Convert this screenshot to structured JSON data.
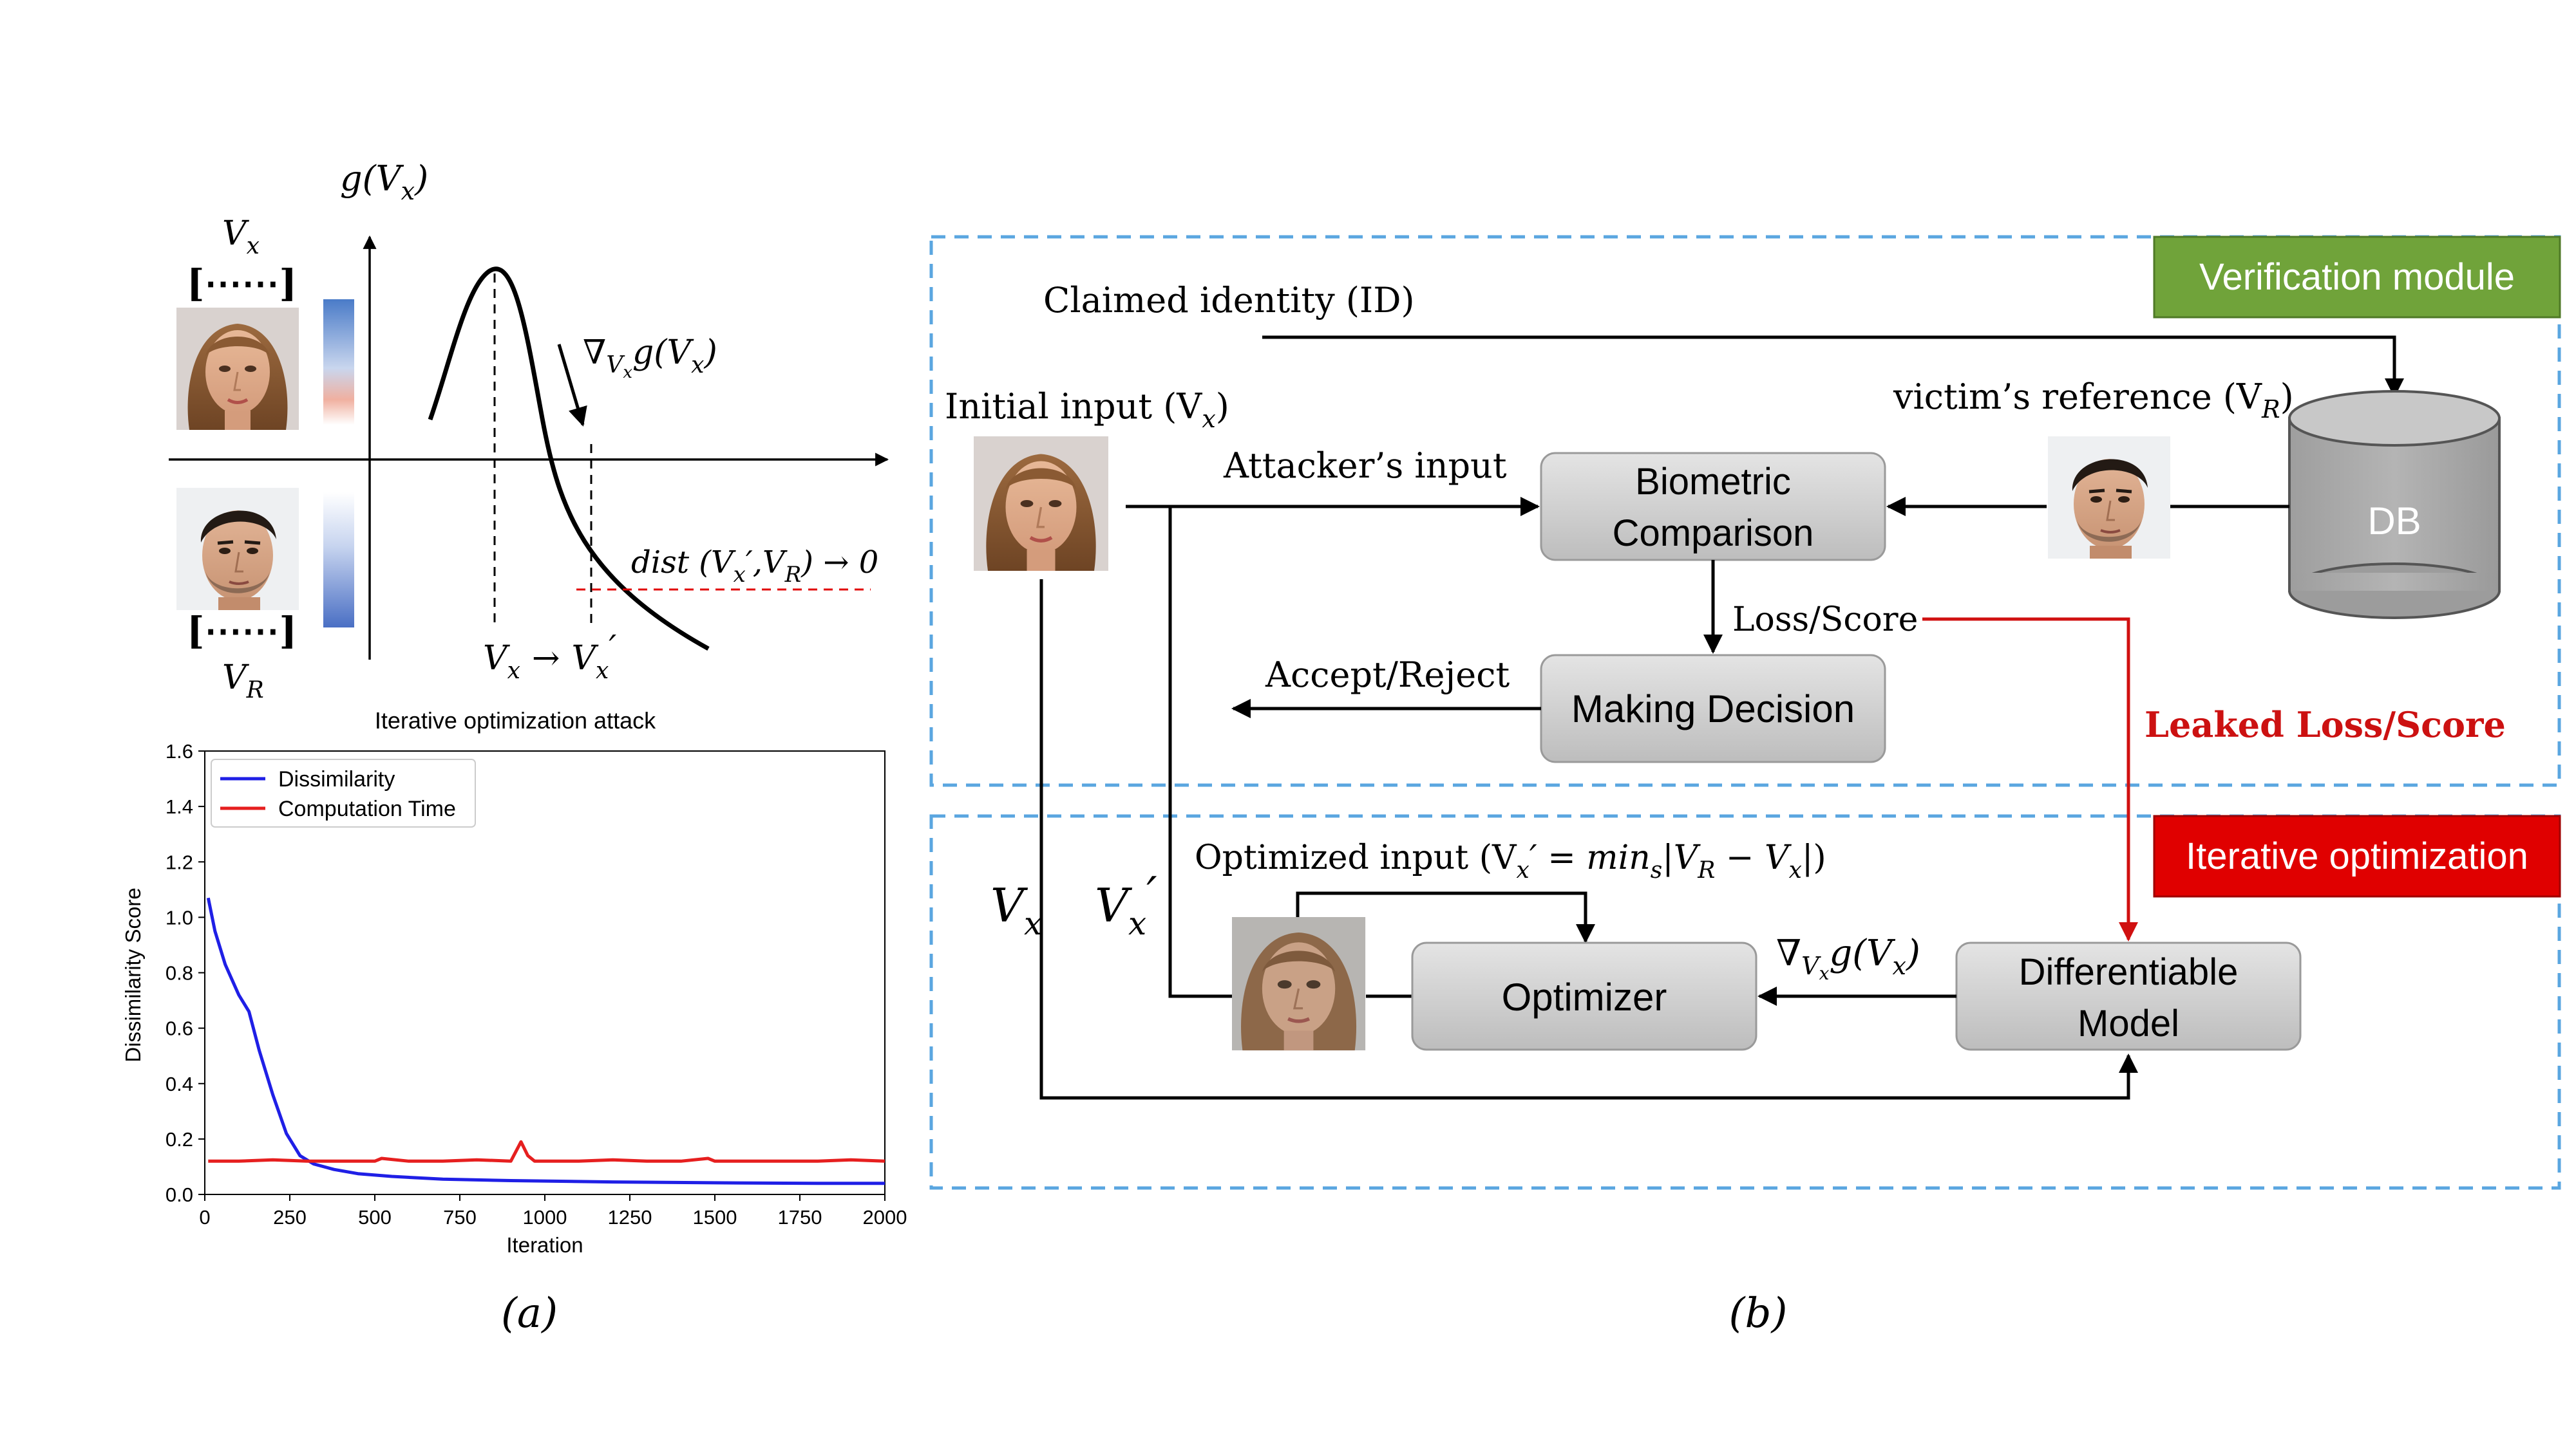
{
  "panel_a": {
    "curve": {
      "axis_label": "g(V",
      "axis_label_sub": "x",
      "axis_label_close": ")",
      "vx_label": "V",
      "vx_sub": "x",
      "vr_label": "V",
      "vr_sub": "R",
      "gradient_label": "∇",
      "gradient_sub": "V",
      "gradient_subsub": "x",
      "gradient_tail": "g(V",
      "gradient_tail_sub": "x",
      "gradient_tail_close": ")",
      "dist_label": "dist (V",
      "dist_sub1": "x",
      "dist_mid": "′,V",
      "dist_sub2": "R",
      "dist_tail": ") → 0",
      "xaxis_vx": "V",
      "xaxis_vx_sub": "x",
      "xaxis_arrow": "→",
      "xaxis_vxp": "V",
      "xaxis_vxp_sub": "x",
      "xaxis_prime": "′",
      "bracket_dots": "[⋯⋯]"
    },
    "chart_title": "Iterative optimization attack",
    "caption": "(a)"
  },
  "chart_data": {
    "type": "line",
    "title": "Iterative optimization attack",
    "xlabel": "Iteration",
    "ylabel": "Dissimilarity Score",
    "xlim": [
      0,
      2000
    ],
    "ylim": [
      0,
      1.6
    ],
    "xticks": [
      0,
      250,
      500,
      750,
      1000,
      1250,
      1500,
      1750,
      2000
    ],
    "yticks": [
      0.0,
      0.2,
      0.4,
      0.6,
      0.8,
      1.0,
      1.2,
      1.4,
      1.6
    ],
    "xtick_labels": [
      "0",
      "250",
      "500",
      "750",
      "1000",
      "1250",
      "1500",
      "1750",
      "2000"
    ],
    "ytick_labels": [
      "0.0",
      "0.2",
      "0.4",
      "0.6",
      "0.8",
      "1.0",
      "1.2",
      "1.4",
      "1.6"
    ],
    "legend_position": "top-left",
    "series": [
      {
        "name": "Dissimilarity",
        "color": "#1f1fe6",
        "x": [
          10,
          30,
          60,
          100,
          130,
          160,
          200,
          240,
          280,
          320,
          380,
          450,
          550,
          700,
          900,
          1200,
          1500,
          1800,
          2000
        ],
        "y": [
          1.07,
          0.95,
          0.83,
          0.72,
          0.66,
          0.52,
          0.36,
          0.22,
          0.14,
          0.11,
          0.09,
          0.075,
          0.065,
          0.055,
          0.05,
          0.045,
          0.042,
          0.04,
          0.04
        ]
      },
      {
        "name": "Computation Time",
        "color": "#e61f1f",
        "x": [
          10,
          100,
          200,
          300,
          400,
          500,
          520,
          600,
          700,
          800,
          900,
          930,
          950,
          970,
          1000,
          1100,
          1200,
          1300,
          1400,
          1480,
          1500,
          1600,
          1700,
          1800,
          1900,
          2000
        ],
        "y": [
          0.12,
          0.12,
          0.125,
          0.12,
          0.12,
          0.12,
          0.13,
          0.12,
          0.12,
          0.125,
          0.12,
          0.19,
          0.14,
          0.12,
          0.12,
          0.12,
          0.125,
          0.12,
          0.12,
          0.13,
          0.12,
          0.12,
          0.12,
          0.12,
          0.125,
          0.12
        ]
      }
    ]
  },
  "panel_b": {
    "verification_badge": "Verification module",
    "iterative_badge": "Iterative optimization",
    "claimed_identity": "Claimed identity (ID)",
    "initial_input": "Initial input (V",
    "initial_input_sub": "x",
    "initial_input_close": ")",
    "victim_reference": "victim’s reference (V",
    "victim_reference_sub": "R",
    "victim_reference_close": ")",
    "attacker_input": "Attacker’s input",
    "biometric_line1": "Biometric",
    "biometric_line2": "Comparison",
    "db_label": "DB",
    "loss_score": "Loss/Score",
    "accept_reject": "Accept/Reject",
    "making_decision": "Making Decision",
    "leaked": "Leaked Loss/Score",
    "optimized_input": "Optimized input (V",
    "optimized_input_sub": "x",
    "optimized_input_mid": "′ = min",
    "optimized_input_sub2": "s",
    "optimized_input_tail": "|V",
    "optimized_input_sub3": "R",
    "optimized_input_tail2": " − V",
    "optimized_input_sub4": "x",
    "optimized_input_end": "|)",
    "vx_big": "V",
    "vx_big_sub": "x",
    "vxp_big": "V",
    "vxp_big_sub": "x",
    "vxp_prime": "′",
    "optimizer": "Optimizer",
    "grad_label": "∇",
    "grad_sub": "V",
    "grad_subsub": "x",
    "grad_tail": "g(V",
    "grad_tail_sub": "x",
    "grad_close": ")",
    "diff_line1": "Differentiable",
    "diff_line2": "Model",
    "caption": "(b)"
  },
  "colors": {
    "dashed_box": "#5aa6e0",
    "verification_green": "#70a33a",
    "iterative_red": "#e00000",
    "leaked_red": "#cc1111",
    "box_gray": "#cfcfcf",
    "db_gray": "#a8a8a8"
  }
}
